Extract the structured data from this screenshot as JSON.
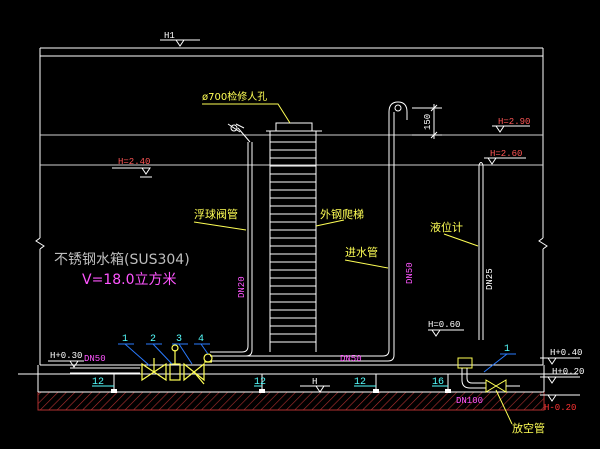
{
  "colors": {
    "background": "#000000",
    "tank": "#ffffff",
    "level_line": "#cfcfcf",
    "annotation_yellow": "#ffff55",
    "pipe_label_magenta": "#ff55ff",
    "dimension_cyan": "#55ffff",
    "callout_blue": "#2a7bff",
    "bottom_level_red": "#ff3333",
    "foundation_red": "#b03030",
    "title_gray": "#bdbdbd"
  },
  "levels": {
    "top": "H1",
    "overflow": "H=2.90",
    "float_valve": "H=2.60",
    "water": "H=2.40",
    "gauge_bottom": "H=0.60",
    "inlet_left": "H+0.30",
    "right_a": "H+0.40",
    "right_b": "H+0.20",
    "floor_red": "H-0.20",
    "floor": "H"
  },
  "labels": {
    "manhole": "ø700检修人孔",
    "float_valve_pipe": "浮球阀管",
    "ladder": "外钢爬梯",
    "inlet_pipe": "进水管",
    "level_gauge": "液位计",
    "drain": "放空管",
    "tank_title": "不锈钢水箱(SUS304)",
    "tank_volume": "V=18.0立方米"
  },
  "pipes": {
    "vertical_inlet": "DN20",
    "float_riser": "DN50",
    "gauge": "DN25",
    "bottom_left": "DN50",
    "bottom_mid": "DN50",
    "drain": "DN100",
    "overflow_dim": "150"
  },
  "callouts": [
    "1",
    "2",
    "3",
    "4",
    "1"
  ],
  "supports": [
    "12",
    "12",
    "12",
    "16"
  ]
}
